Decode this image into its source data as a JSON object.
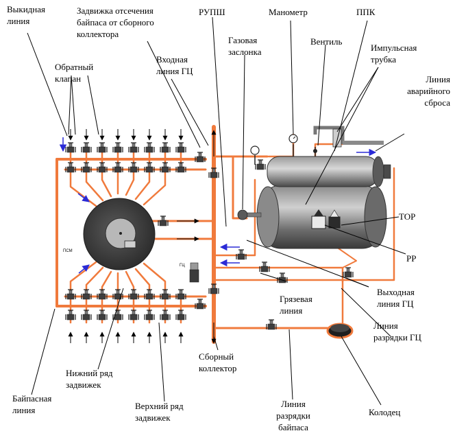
{
  "labels": {
    "vykidnaya": [
      "Выкидная",
      "линия"
    ],
    "zadvizhka_otsecheniya": [
      "Задвижка отсечения",
      "байпаса от сборного",
      "коллектора"
    ],
    "rupsh": [
      "РУПШ"
    ],
    "manometr": [
      "Манометр"
    ],
    "ppk": [
      "ППК"
    ],
    "obratny_klapan": [
      "Обратный",
      "клапан"
    ],
    "vkhodnaya_gts": [
      "Входная",
      "линия ГЦ"
    ],
    "gazovaya_zaslonka": [
      "Газовая",
      "заслонка"
    ],
    "ventil": [
      "Вентиль"
    ],
    "impulsnaya_trubka": [
      "Импульсная",
      "трубка"
    ],
    "liniya_avariynogo_sbrosa": [
      "Линия",
      "аварийного",
      "сброса"
    ],
    "tor": [
      "ТОР"
    ],
    "rr": [
      "РР"
    ],
    "gryazevaya": [
      "Грязевая",
      "линия"
    ],
    "vykhodnaya_gts": [
      "Выходная",
      "линия ГЦ"
    ],
    "liniya_razryadki_gts": [
      "Линия",
      "разрядки ГЦ"
    ],
    "sborny_kollektor": [
      "Сборный",
      "коллектор"
    ],
    "nizhny_ryad": [
      "Нижний ряд",
      "задвижек"
    ],
    "verkhny_ryad": [
      "Верхний ряд",
      "задвижек"
    ],
    "baypasnaya": [
      "Байпасная",
      "линия"
    ],
    "liniya_razryadki_baypasa": [
      "Линия",
      "разрядки",
      "байпаса"
    ],
    "kolodets": [
      "Колодец"
    ],
    "psm": [
      "ПСМ"
    ],
    "gts": [
      "ГЦ"
    ]
  },
  "colors": {
    "pipe": "#f07a3c",
    "equipment": "#5a5a5a",
    "arrow_blue": "#2b2bd6"
  }
}
